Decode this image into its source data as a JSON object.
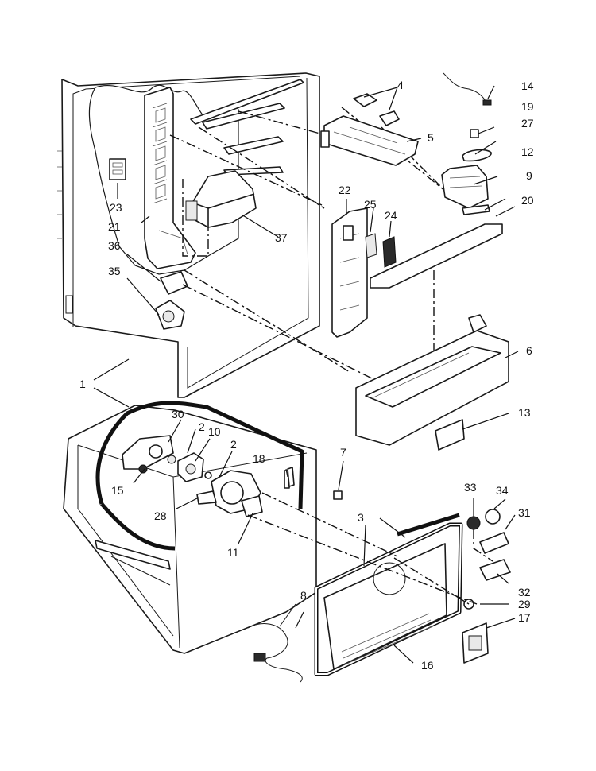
{
  "diagram": {
    "title": "",
    "labels": [
      {
        "id": "l1",
        "text": "1"
      },
      {
        "id": "l2a",
        "text": "2"
      },
      {
        "id": "l2b",
        "text": "2"
      },
      {
        "id": "l3",
        "text": "3"
      },
      {
        "id": "l4",
        "text": "4"
      },
      {
        "id": "l5",
        "text": "5"
      },
      {
        "id": "l6",
        "text": "6"
      },
      {
        "id": "l8",
        "text": "8"
      },
      {
        "id": "l7",
        "text": "7"
      },
      {
        "id": "l9",
        "text": "9"
      },
      {
        "id": "l10",
        "text": "10"
      },
      {
        "id": "l11",
        "text": "11"
      },
      {
        "id": "l12",
        "text": "12"
      },
      {
        "id": "l13",
        "text": "13"
      },
      {
        "id": "l14",
        "text": "14"
      },
      {
        "id": "l15",
        "text": "15"
      },
      {
        "id": "l16",
        "text": "16"
      },
      {
        "id": "l17",
        "text": "17"
      },
      {
        "id": "l18",
        "text": "18"
      },
      {
        "id": "l19",
        "text": "19"
      },
      {
        "id": "l20",
        "text": "20"
      },
      {
        "id": "l21",
        "text": "21"
      },
      {
        "id": "l22",
        "text": "22"
      },
      {
        "id": "l23",
        "text": "23"
      },
      {
        "id": "l24",
        "text": "24"
      },
      {
        "id": "l25",
        "text": "25"
      },
      {
        "id": "l27",
        "text": "27"
      },
      {
        "id": "l28",
        "text": "28"
      },
      {
        "id": "l29",
        "text": "29"
      },
      {
        "id": "l30",
        "text": "30"
      },
      {
        "id": "l31",
        "text": "31"
      },
      {
        "id": "l32",
        "text": "32"
      },
      {
        "id": "l33",
        "text": "33"
      },
      {
        "id": "l34",
        "text": "34"
      },
      {
        "id": "l35",
        "text": "35"
      },
      {
        "id": "l36",
        "text": "36"
      },
      {
        "id": "l37",
        "text": "37"
      }
    ]
  }
}
